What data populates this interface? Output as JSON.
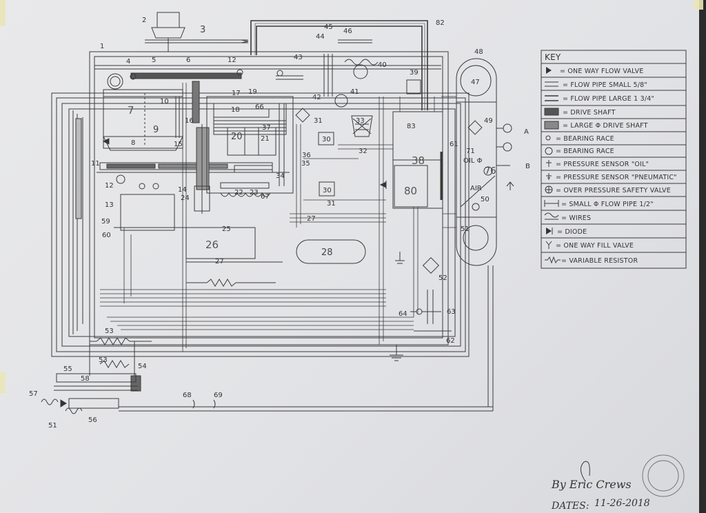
{
  "key": {
    "title": "KEY",
    "entries": [
      {
        "label": "= ONE WAY FLOW VALVE",
        "symbol": "triangle"
      },
      {
        "label": "= FLOW PIPE  SMALL 5/8\"",
        "symbol": "pipe-small"
      },
      {
        "label": "= FLOW PIPE  LARGE 1 3/4\"",
        "symbol": "pipe-large"
      },
      {
        "label": "= DRIVE SHAFT",
        "symbol": "drive-shaft"
      },
      {
        "label": "= LARGE Φ DRIVE SHAFT",
        "symbol": "large-drive-shaft"
      },
      {
        "label": "= BEARING RACE",
        "symbol": "bearing-small"
      },
      {
        "label": "= BEARING RACE",
        "symbol": "bearing-large"
      },
      {
        "label": "= PRESSURE SENSOR \"OIL\"",
        "symbol": "sensor-oil"
      },
      {
        "label": "= PRESSURE SENSOR \"PNEUMATIC\"",
        "symbol": "sensor-pneumatic"
      },
      {
        "label": "= OVER PRESSURE SAFETY VALVE",
        "symbol": "safety-valve"
      },
      {
        "label": "= SMALL Φ FLOW PIPE 1/2\"",
        "symbol": "small-pipe"
      },
      {
        "label": "= WIRES",
        "symbol": "wires"
      },
      {
        "label": "= DIODE",
        "symbol": "diode"
      },
      {
        "label": "= ONE WAY FILL VALVE",
        "symbol": "fill-valve"
      },
      {
        "label": "= VARIABLE RESISTOR",
        "symbol": "resistor"
      }
    ]
  },
  "labels": {
    "n1": "1",
    "n2": "2",
    "n3": "3",
    "n4": "4",
    "n5": "5",
    "n6": "6",
    "n7": "7",
    "n8": "8",
    "n9": "9",
    "n10": "10",
    "n11": "11",
    "n12": "12",
    "n13": "13",
    "n14": "14",
    "n15": "15",
    "n16": "16",
    "n17": "17",
    "n18": "18",
    "n19": "19",
    "n20": "20",
    "n21": "21",
    "n22": "22",
    "n23": "23",
    "n24": "24",
    "n25": "25",
    "n26": "26",
    "n27": "27",
    "n28": "28",
    "n30": "30",
    "n31": "31",
    "n32": "32",
    "n33": "33",
    "n34": "34",
    "n35": "35",
    "n36": "36",
    "n37": "37",
    "n38": "38",
    "n39": "39",
    "n40": "40",
    "n41": "41",
    "n42": "42",
    "n43": "43",
    "n44": "44",
    "n45": "45",
    "n46": "46",
    "n47": "47",
    "n48": "48",
    "n49": "49",
    "n50": "50",
    "n51": "51",
    "n52": "52",
    "n53": "53",
    "n53b": "53",
    "n54": "54",
    "n55": "55",
    "n56": "56",
    "n57": "57",
    "n58": "58",
    "n59": "59",
    "n60": "60",
    "n61": "61",
    "n62": "62",
    "n63": "63",
    "n64": "64",
    "n66": "66",
    "n67": "67",
    "n68": "68",
    "n69": "69",
    "n71": "71",
    "n76": "76",
    "n80": "80",
    "n82": "82",
    "n83": "83",
    "oil": "OIL Φ",
    "air": "AIR",
    "A": "A",
    "B": "B"
  },
  "signature": {
    "by": "By Eric Crews",
    "date_label": "DATES:",
    "date_value": "11-26-2018"
  }
}
